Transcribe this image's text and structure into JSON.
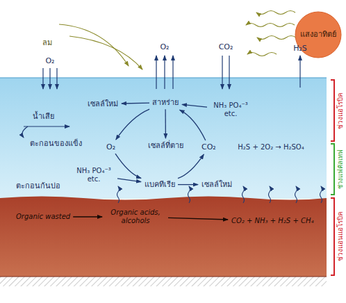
{
  "diagram": {
    "nodes": [
      {
        "text": [
          "แสงอาทิตย์"
        ]
      },
      {
        "text": [
          "สาหร่าย"
        ]
      },
      {
        "text": [
          "CO₂"
        ]
      },
      {
        "text": [
          "แบคทีเรีย"
        ]
      },
      {
        "text": [
          "O₂"
        ]
      },
      {
        "text": [
          "เซลล์ที่ตาย"
        ]
      },
      {
        "text": [
          "เซลล์ใหม่"
        ]
      },
      {
        "text": [
          "เซลล์ใหม่"
        ]
      },
      {
        "text": [
          "NH₃ PO₄⁻³ etc."
        ]
      },
      {
        "text": [
          "NH₃ PO₄⁻³ etc."
        ]
      },
      {
        "text": [
          "Organic wasted"
        ]
      },
      {
        "text": [
          "Organic acids, alcohols"
        ]
      },
      {
        "text": [
          "CO₂ + NH₃ + H₂S + CH₄"
        ]
      }
    ],
    "edges": [
      {
        "from": 1,
        "to": 6,
        "arrow": "to"
      },
      {
        "from": 1,
        "to": 5,
        "arrow": "to"
      },
      {
        "from": 1,
        "to": 4,
        "arrow": "to"
      },
      {
        "from": 4,
        "to": 3,
        "arrow": "to"
      },
      {
        "from": 3,
        "to": 2,
        "arrow": "to"
      },
      {
        "from": 2,
        "to": 1,
        "arrow": "to"
      },
      {
        "from": 8,
        "to": 1,
        "arrow": "to"
      },
      {
        "from": 9,
        "to": 3,
        "arrow": "to"
      },
      {
        "from": 3,
        "to": 7,
        "arrow": "to"
      },
      {
        "from": 10,
        "to": 11,
        "arrow": "to"
      },
      {
        "from": 11,
        "to": 12,
        "arrow": "to"
      }
    ],
    "labels": [
      "ลม",
      "O₂",
      "O₂",
      "CO₂",
      "H₂S",
      "น้ำเสีย",
      "ตะกอนของแข็ง",
      "H₂S + 2O₂ → H₂SO₄",
      "ตะกอนก้นบ่อ",
      "ช่วงแอโรบิค",
      "ช่วงแฟคัลเทฟ",
      "ช่วงแอนแอโรบิค"
    ]
  }
}
